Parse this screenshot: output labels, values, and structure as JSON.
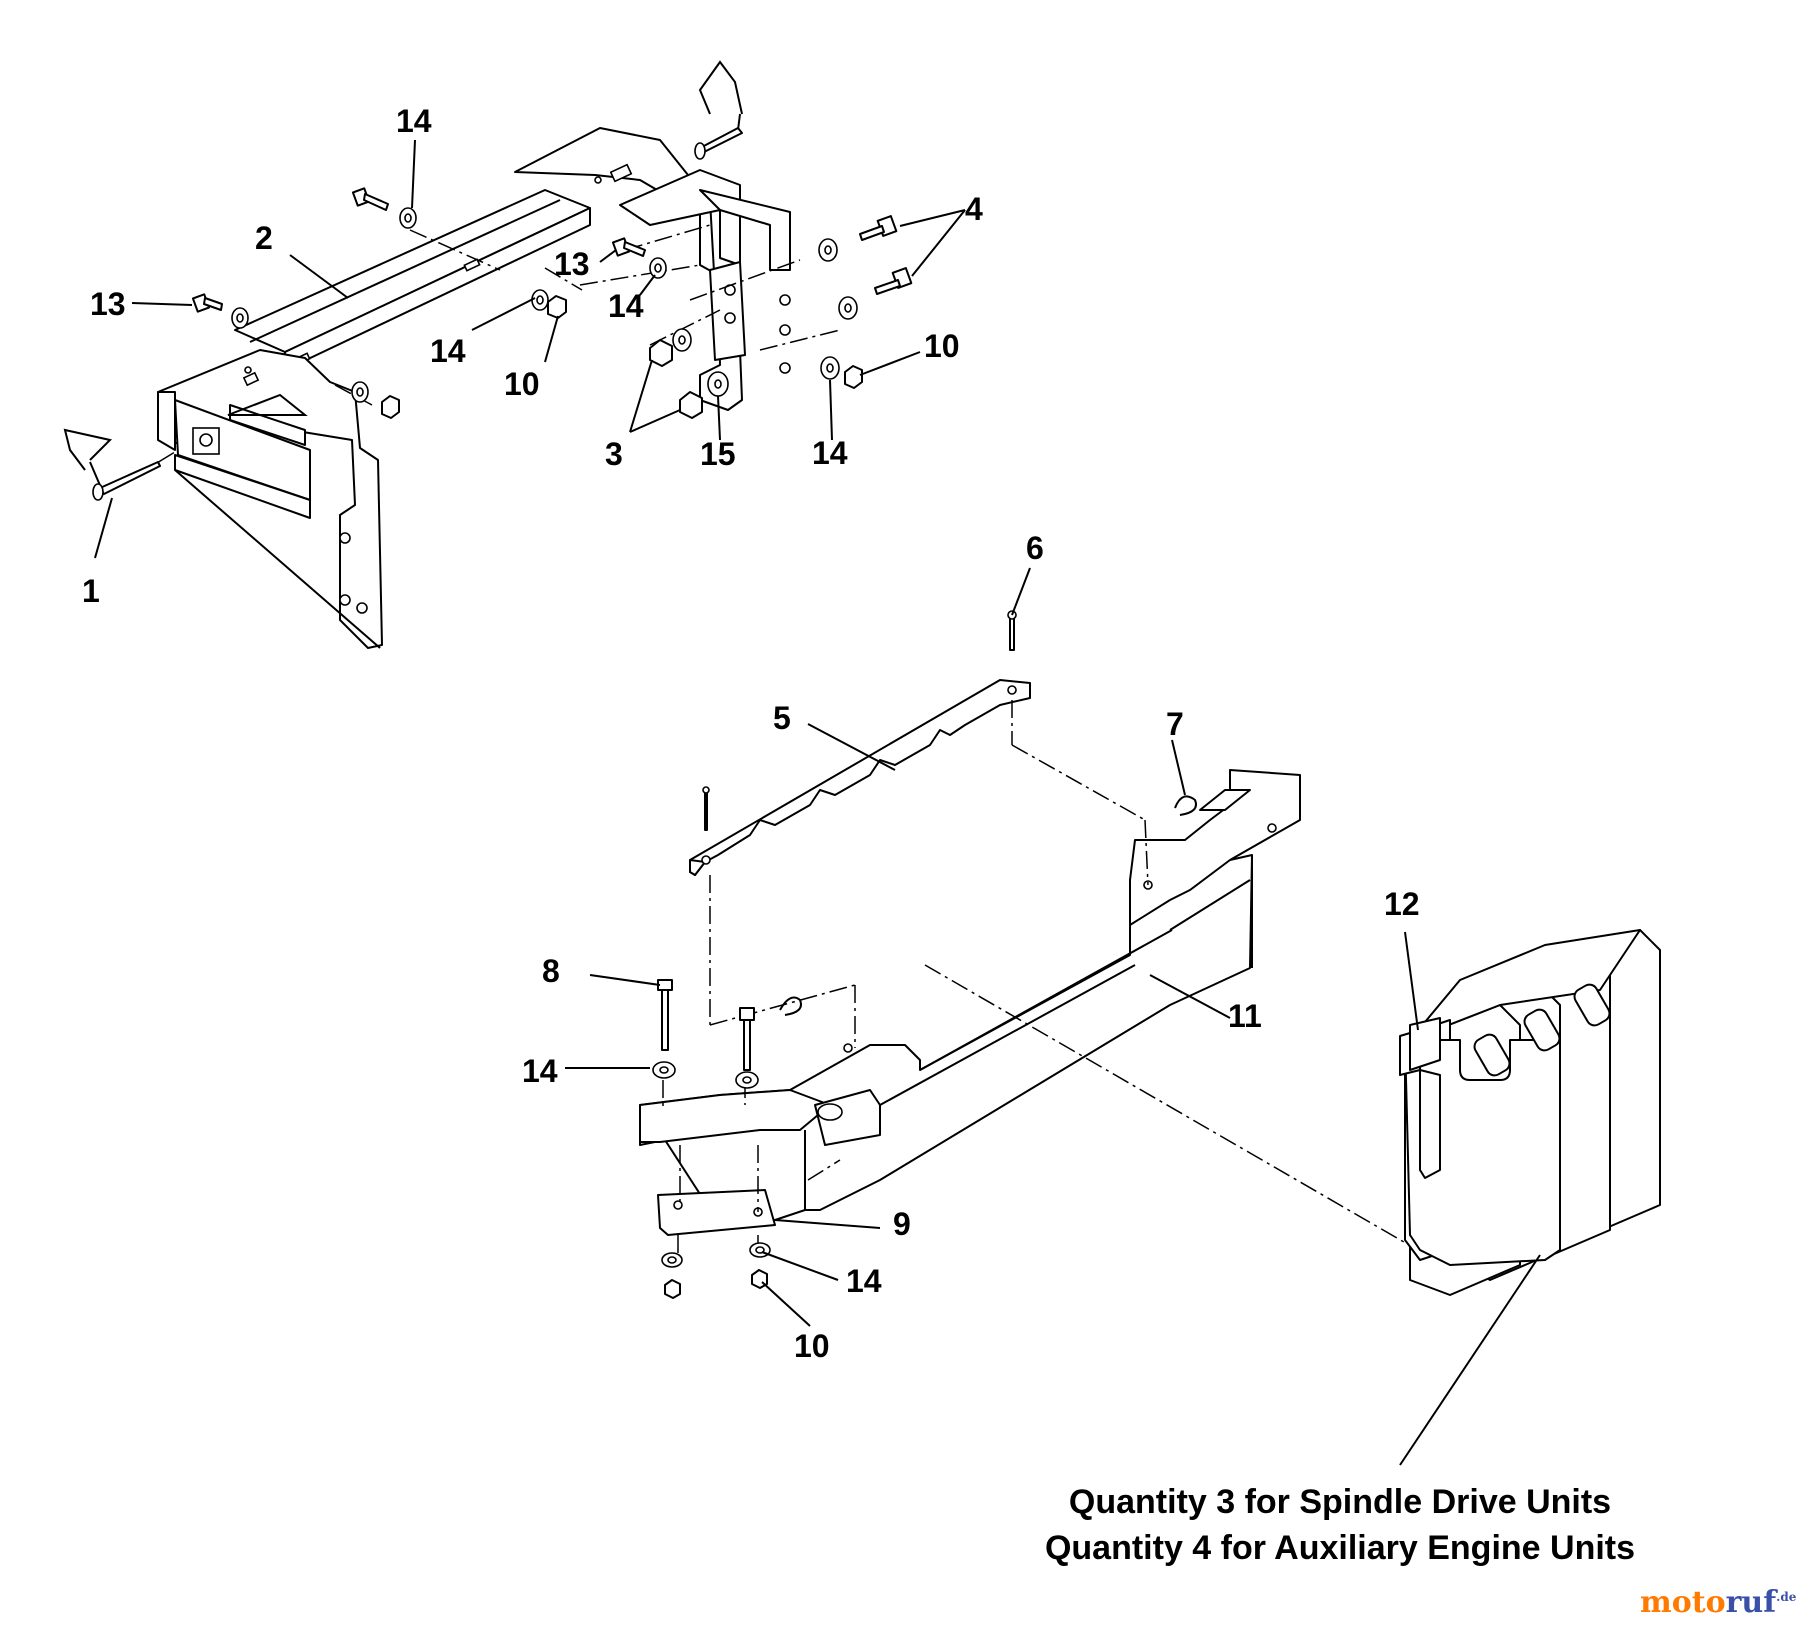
{
  "callouts": {
    "c1": "1",
    "c2": "2",
    "c3": "3",
    "c4": "4",
    "c5": "5",
    "c6": "6",
    "c7": "7",
    "c8": "8",
    "c9": "9",
    "c10a": "10",
    "c10b": "10",
    "c10c": "10",
    "c11": "11",
    "c12": "12",
    "c13a": "13",
    "c13b": "13",
    "c14a": "14",
    "c14b": "14",
    "c14c": "14",
    "c14d": "14",
    "c14e": "14",
    "c14f": "14",
    "c15": "15"
  },
  "note": {
    "line1": "Quantity 3 for Spindle Drive Units",
    "line2": "Quantity 4 for Auxiliary Engine Units"
  },
  "watermark": {
    "part1": "moto",
    "part2": "ruf",
    "suffix": ".de"
  }
}
